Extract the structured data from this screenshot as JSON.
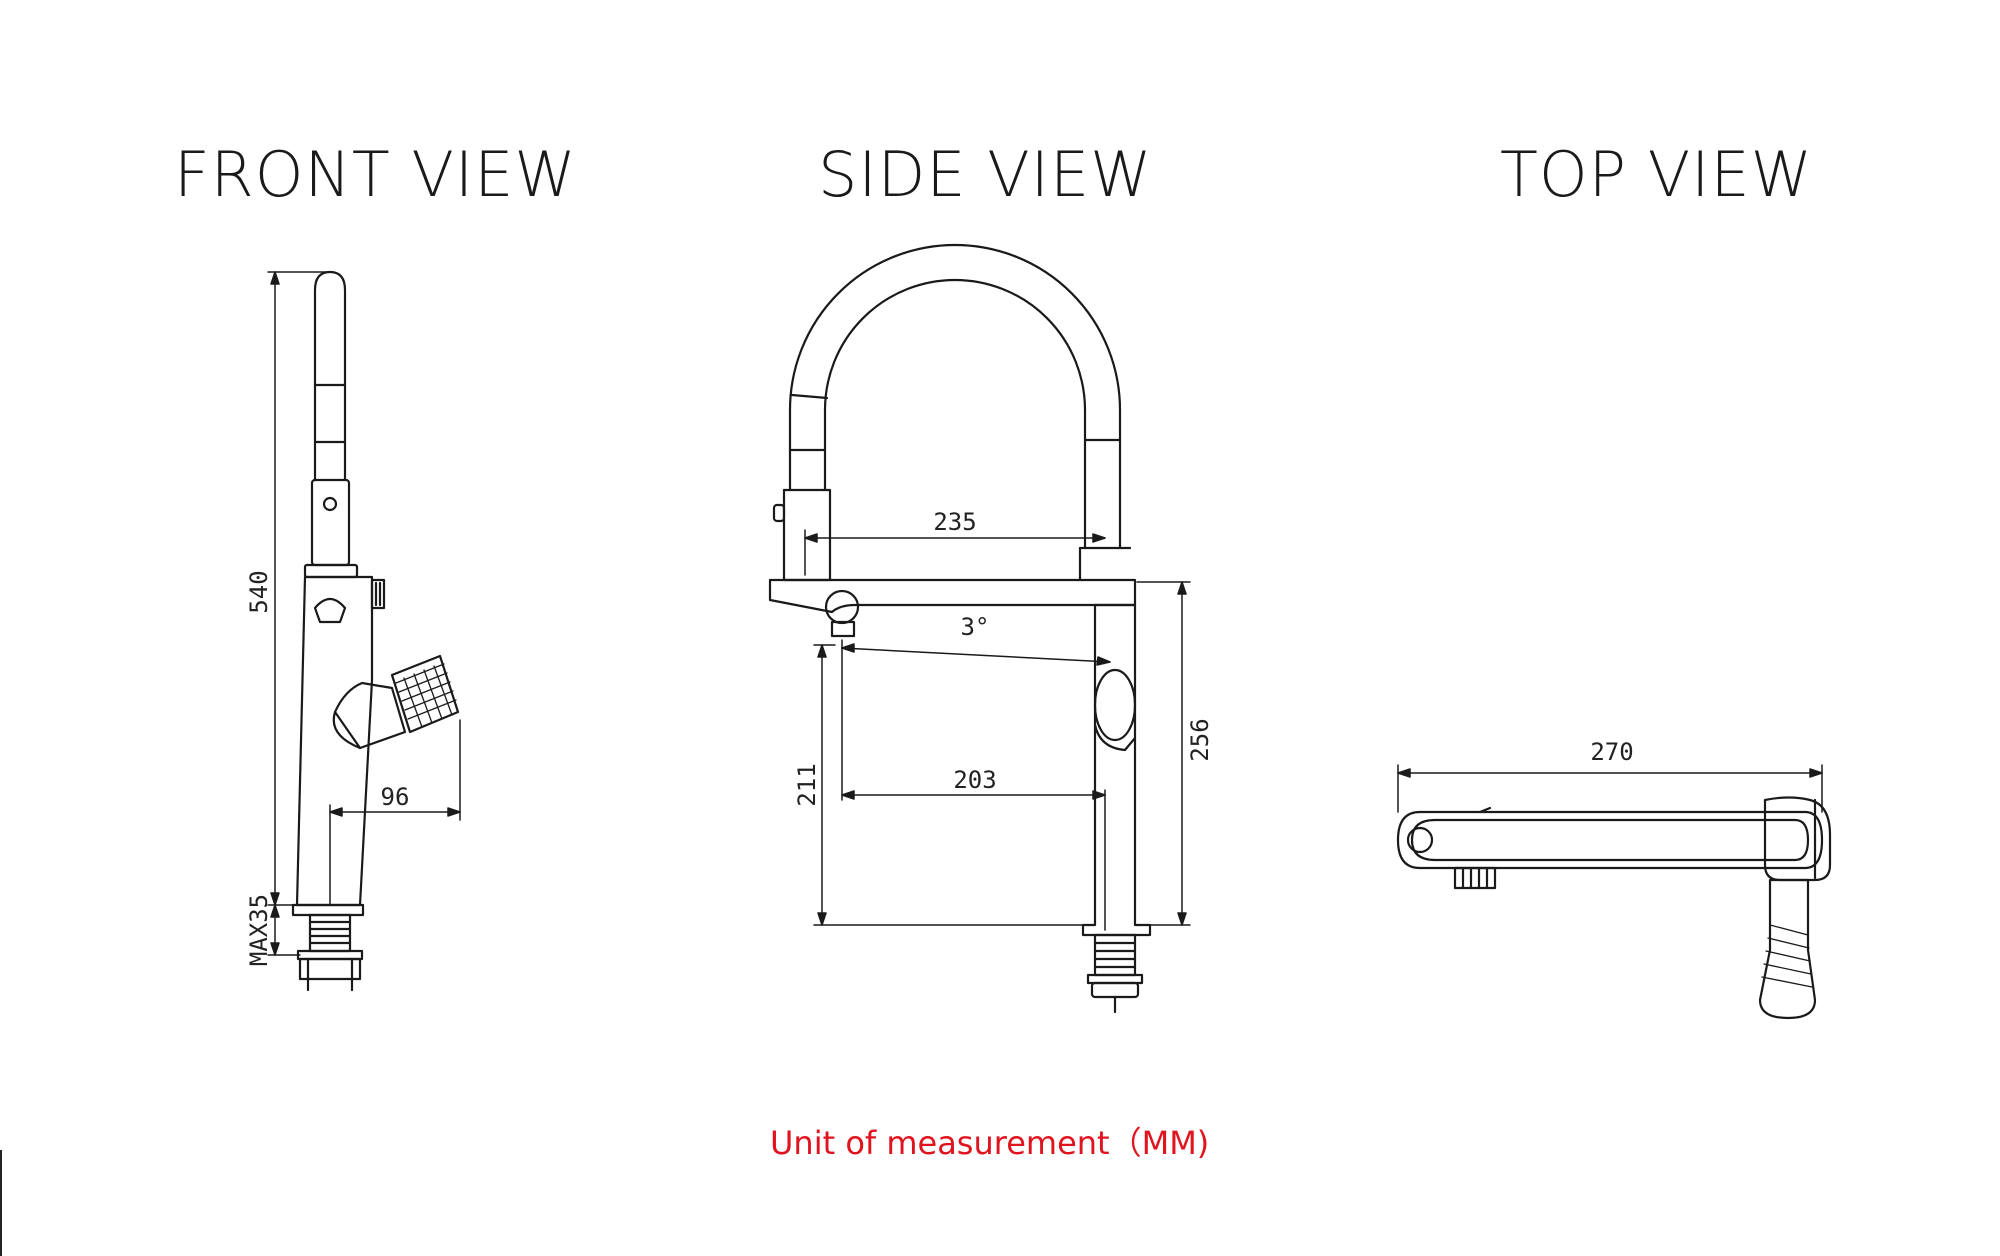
{
  "views": {
    "front": {
      "title": "FRONT VIEW",
      "dims": {
        "height": "540",
        "reach": "96",
        "max": "MAX35"
      }
    },
    "side": {
      "title": "SIDE VIEW",
      "dims": {
        "spout": "235",
        "angle": "3°",
        "height_low": "211",
        "reach_low": "203",
        "body": "256"
      }
    },
    "top": {
      "title": "TOP VIEW",
      "dims": {
        "width": "270"
      }
    }
  },
  "footer": {
    "unit_note": "Unit of measurement（MM)"
  },
  "colors": {
    "line": "#1a1a1a",
    "note": "#e0141e"
  }
}
